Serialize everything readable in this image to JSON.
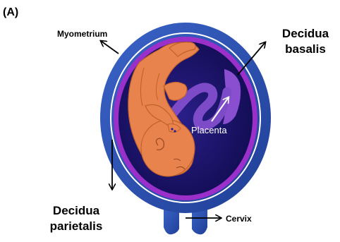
{
  "panel_label": "(A)",
  "labels": {
    "myometrium": "Myometrium",
    "decidua_basalis_1": "Decidua",
    "decidua_basalis_2": "basalis",
    "placenta": "Placenta",
    "decidua_parietalis_1": "Decidua",
    "decidua_parietalis_2": "parietalis",
    "cervix": "Cervix"
  },
  "colors": {
    "myometrium": "#2B4EA8",
    "decidua": "#9B2FC9",
    "amniotic_cavity": "#1A1466",
    "fetus": "#E9834E",
    "placenta": "#8A4FD0"
  }
}
